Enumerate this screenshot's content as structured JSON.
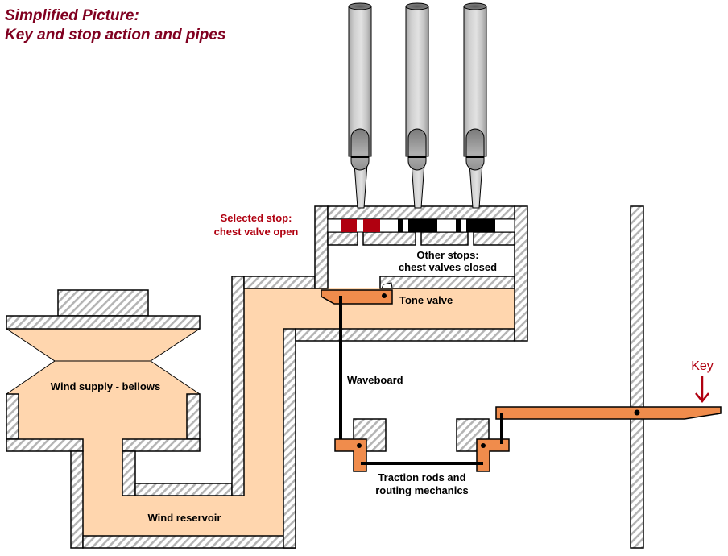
{
  "title": {
    "line1": "Simplified Picture:",
    "line2": "Key and stop action and pipes"
  },
  "labels": {
    "selected_stop_line1": "Selected stop:",
    "selected_stop_line2": "chest valve open",
    "other_stops_line1": "Other stops:",
    "other_stops_line2": "chest valves closed",
    "tone_valve": "Tone valve",
    "waveboard": "Waveboard",
    "wind_supply": "Wind supply - bellows",
    "wind_reservoir": "Wind reservoir",
    "traction_line1": "Traction rods and",
    "traction_line2": "routing mechanics",
    "key": "Key"
  },
  "pipes": [
    {
      "name": "pipe-1",
      "state": "open"
    },
    {
      "name": "pipe-2",
      "state": "closed"
    },
    {
      "name": "pipe-3",
      "state": "closed"
    }
  ],
  "colors": {
    "title": "#800020",
    "wind": "#ffd6ae",
    "lever": "#f08c4c",
    "open_valve": "#b00010",
    "closed_valve": "#000000",
    "hatch": "#b0b0b0"
  }
}
